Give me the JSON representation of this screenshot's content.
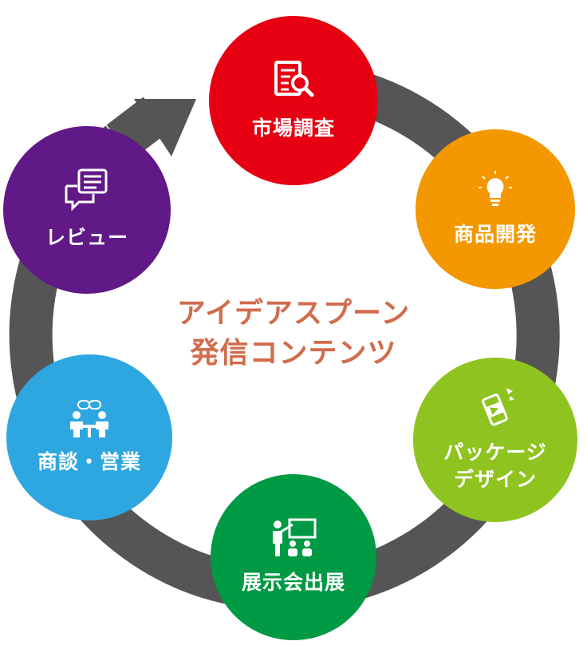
{
  "diagram": {
    "title_line1": "アイデアスプーン",
    "title_line2": "発信コンテンツ",
    "ring_color": "#555555",
    "title_color": "#d16c4c",
    "steps": [
      {
        "label": "市場調査",
        "color": "#e60012",
        "icon": "document-search-icon"
      },
      {
        "label": "商品開発",
        "color": "#f39800",
        "icon": "lightbulb-icon"
      },
      {
        "label_line1": "パッケージ",
        "label_line2": "デザイン",
        "color": "#8fc31f",
        "icon": "package-can-icon"
      },
      {
        "label": "展示会出展",
        "color": "#009944",
        "icon": "presentation-icon"
      },
      {
        "label": "商談・営業",
        "color": "#2ea7e0",
        "icon": "meeting-icon"
      },
      {
        "label": "レビュー",
        "color": "#601986",
        "icon": "review-chat-icon"
      }
    ]
  }
}
